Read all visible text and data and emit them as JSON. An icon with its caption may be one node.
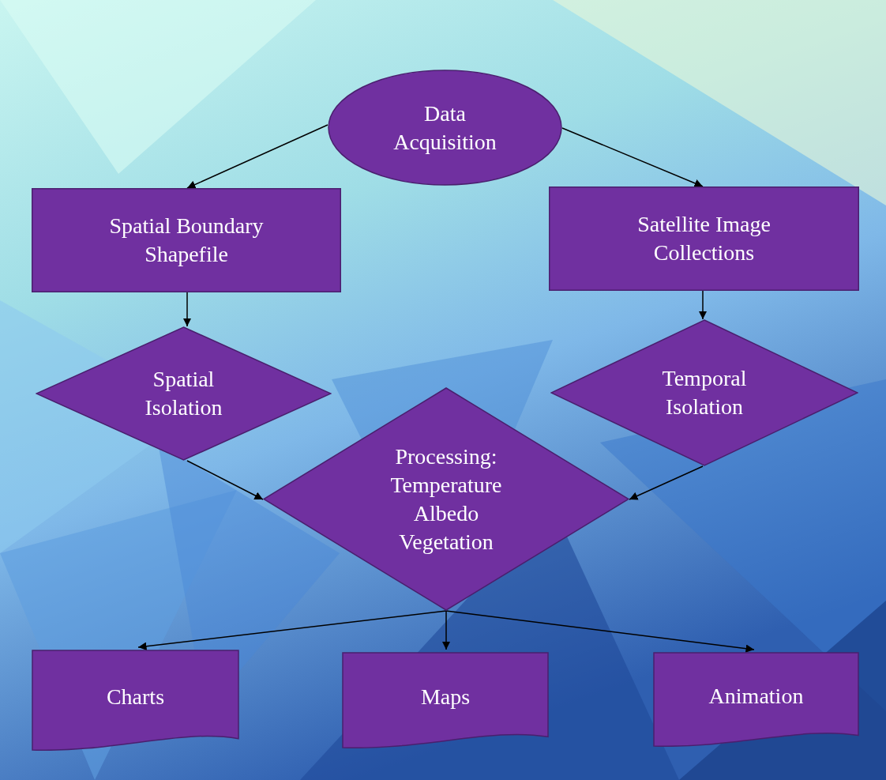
{
  "diagram": {
    "nodes": [
      {
        "text": [
          "Data Acquisition"
        ]
      },
      {
        "text": [
          "Spatial Boundary Shapefile"
        ]
      },
      {
        "text": [
          "Satellite Image Collections"
        ]
      },
      {
        "text": [
          "Spatial Isolation"
        ]
      },
      {
        "text": [
          "Temporal Isolation"
        ]
      },
      {
        "text": [
          "Processing: Temperature Albedo Vegetation"
        ]
      },
      {
        "text": [
          "Charts"
        ]
      },
      {
        "text": [
          "Maps"
        ]
      },
      {
        "text": [
          "Animation"
        ]
      }
    ],
    "edges": [
      {
        "from": 0,
        "to": 1,
        "arrow": "to"
      },
      {
        "from": 0,
        "to": 2,
        "arrow": "to"
      },
      {
        "from": 1,
        "to": 3,
        "arrow": "to"
      },
      {
        "from": 2,
        "to": 4,
        "arrow": "to"
      },
      {
        "from": 3,
        "to": 5,
        "arrow": "to"
      },
      {
        "from": 4,
        "to": 5,
        "arrow": "to"
      },
      {
        "from": 5,
        "to": 6,
        "arrow": "to"
      },
      {
        "from": 5,
        "to": 7,
        "arrow": "to"
      },
      {
        "from": 5,
        "to": 8,
        "arrow": "to"
      }
    ]
  }
}
